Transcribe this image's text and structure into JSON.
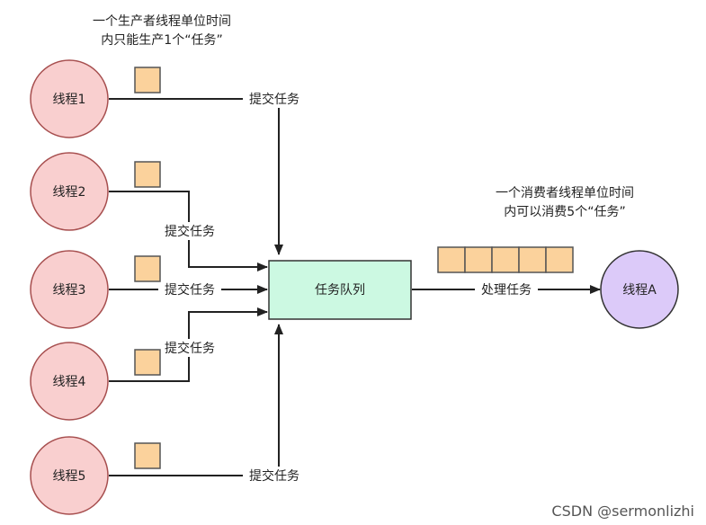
{
  "notes": {
    "producer_line1": "一个生产者线程单位时间",
    "producer_line2": "内只能生产1个“任务”",
    "consumer_line1": "一个消费者线程单位时间",
    "consumer_line2": "内可以消费5个“任务”"
  },
  "producers": [
    {
      "label": "线程1"
    },
    {
      "label": "线程2"
    },
    {
      "label": "线程3"
    },
    {
      "label": "线程4"
    },
    {
      "label": "线程5"
    }
  ],
  "edge_labels": {
    "submit1": "提交任务",
    "submit2": "提交任务",
    "submit3": "提交任务",
    "submit4": "提交任务",
    "submit5": "提交任务",
    "process": "处理任务"
  },
  "queue": {
    "label": "任务队列"
  },
  "consumer": {
    "label": "线程A"
  },
  "watermark": "CSDN @sermonlizhi",
  "colors": {
    "producer_fill": "#f9cfcf",
    "producer_stroke": "#a74f4f",
    "task_fill": "#fbd29c",
    "task_stroke": "#555555",
    "queue_fill": "#ccf9e2",
    "consumer_fill": "#dccaf9",
    "edge": "#222222"
  }
}
